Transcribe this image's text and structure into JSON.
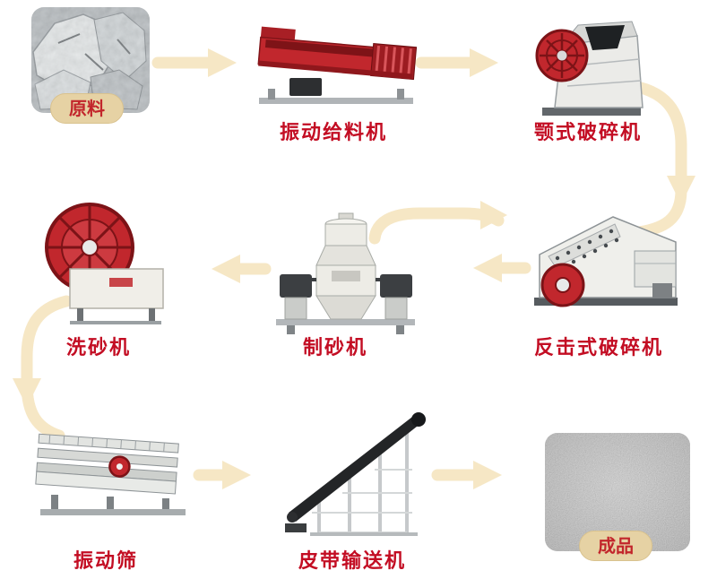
{
  "diagram": {
    "name": "sand-production-line-flowchart",
    "nodes": {
      "raw_material": {
        "label": "原料",
        "kind": "photo"
      },
      "vibrating_feeder": {
        "label": "振动给料机",
        "kind": "machine"
      },
      "jaw_crusher": {
        "label": "颚式破碎机",
        "kind": "machine"
      },
      "impact_crusher": {
        "label": "反击式破碎机",
        "kind": "machine"
      },
      "sand_maker": {
        "label": "制砂机",
        "kind": "machine"
      },
      "sand_washer": {
        "label": "洗砂机",
        "kind": "machine"
      },
      "vibrating_screen": {
        "label": "振动筛",
        "kind": "machine"
      },
      "belt_conveyor": {
        "label": "皮带输送机",
        "kind": "machine"
      },
      "finished_product": {
        "label": "成品",
        "kind": "photo"
      }
    },
    "edges": [
      {
        "from": "raw_material",
        "to": "vibrating_feeder"
      },
      {
        "from": "vibrating_feeder",
        "to": "jaw_crusher"
      },
      {
        "from": "jaw_crusher",
        "to": "impact_crusher"
      },
      {
        "from": "impact_crusher",
        "to": "sand_maker"
      },
      {
        "from": "sand_maker",
        "to": "impact_crusher"
      },
      {
        "from": "sand_maker",
        "to": "sand_washer"
      },
      {
        "from": "sand_washer",
        "to": "vibrating_screen"
      },
      {
        "from": "vibrating_screen",
        "to": "belt_conveyor"
      },
      {
        "from": "belt_conveyor",
        "to": "finished_product"
      }
    ],
    "colors": {
      "label_text": "#c30d23",
      "arrow": "#f6e7c5",
      "badge_bg": "#e6d2a4",
      "machine_red": "#c1272d"
    }
  }
}
